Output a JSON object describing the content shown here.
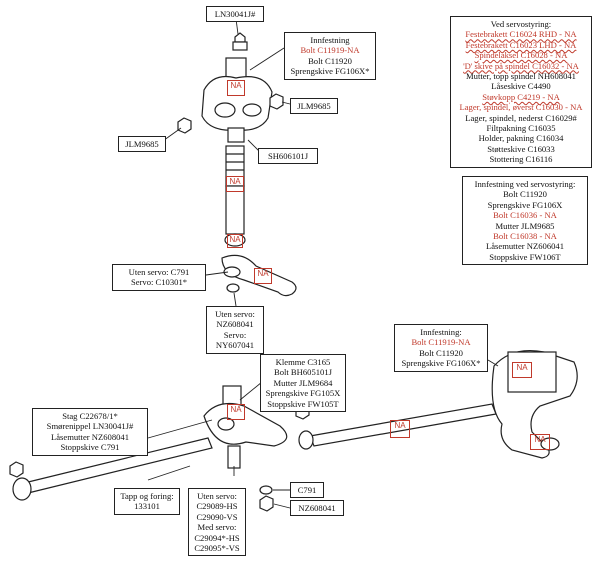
{
  "labels": {
    "ln30041j": "LN30041J#",
    "innfestning_top": [
      "Innfestning",
      "Bolt C11919-NA",
      "Bolt C11920",
      "Sprengskive FG106X*"
    ],
    "jlm9685_right": "JLM9685",
    "jlm9685_left": "JLM9685",
    "sh606101j": "SH606101J",
    "servo_c791": [
      "Uten servo: C791",
      "Servo: C10301*"
    ],
    "nz608041_top": [
      "Uten servo:",
      "NZ608041",
      "Servo:",
      "NY607041"
    ],
    "ved_servostyring": [
      {
        "text": "Ved servostyring:",
        "style": "plain"
      },
      {
        "text": "Festebrakett C16024 RHD - NA",
        "style": "strike"
      },
      {
        "text": "Festebrakett C16023 LHD - NA",
        "style": "strike"
      },
      {
        "text": "Spindelaksel C16028 - NA",
        "style": "strike"
      },
      {
        "text": "'D' skive på spindel C16032 - NA",
        "style": "strike"
      },
      {
        "text": "Mutter, topp spindel NH608041",
        "style": "plain"
      },
      {
        "text": "Låseskive C4490",
        "style": "plain"
      },
      {
        "text": "Støvkopp C4219 - NA",
        "style": "strike"
      },
      {
        "text": "Lager, spindel, øverst C16030 - NA",
        "style": "red"
      },
      {
        "text": "Lager, spindel, nederst C16029#",
        "style": "plain"
      },
      {
        "text": "Filtpakning C16035",
        "style": "plain"
      },
      {
        "text": "Holder, pakning C16034",
        "style": "plain"
      },
      {
        "text": "Støtteskive C16033",
        "style": "plain"
      },
      {
        "text": "Stottering C16116",
        "style": "plain"
      }
    ],
    "innfestning_servo": [
      {
        "text": "Innfestning ved servostyring:",
        "style": "plain"
      },
      {
        "text": "Bolt C11920",
        "style": "plain"
      },
      {
        "text": "Sprengskive FG106X",
        "style": "plain"
      },
      {
        "text": "Bolt C16036 - NA",
        "style": "red"
      },
      {
        "text": "Mutter JLM9685",
        "style": "plain"
      },
      {
        "text": "Bolt C16038 - NA",
        "style": "red"
      },
      {
        "text": "Låsemutter NZ606041",
        "style": "plain"
      },
      {
        "text": "Stoppskive FW106T",
        "style": "plain"
      }
    ],
    "klemme": [
      "Klemme C3165",
      "Bolt BH605101J",
      "Mutter JLM9684",
      "Sprengskive FG105X",
      "Stoppskive FW105T"
    ],
    "innfestning_right": [
      {
        "text": "Innfestning:",
        "style": "plain"
      },
      {
        "text": "Bolt C11919-NA",
        "style": "red"
      },
      {
        "text": "Bolt C11920",
        "style": "plain"
      },
      {
        "text": "Sprengskive FG106X*",
        "style": "plain"
      }
    ],
    "stag": [
      "Stag C22678/1*",
      "Smørenippel LN30041J#",
      "Låsemutter NZ608041",
      "Stoppskive C791"
    ],
    "tapp": [
      "Tapp og foring:",
      "133101"
    ],
    "uten_servo_bottom": [
      "Uten servo:",
      "C29089-HS",
      "C29090-VS",
      "Med servo:",
      "C29094*-HS",
      "C29095*-VS"
    ],
    "c791": "C791",
    "nz608041_bottom": "NZ608041"
  },
  "na_marker": "NA",
  "colors": {
    "red": "#c0392b",
    "ink": "#222222"
  }
}
